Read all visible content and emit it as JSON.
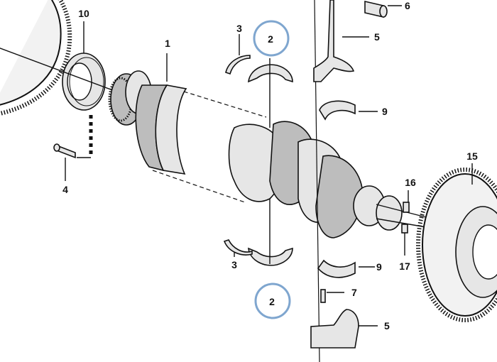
{
  "diagram": {
    "labels": {
      "l1": "1",
      "l2a": "2",
      "l2b": "2",
      "l3a": "3",
      "l3b": "3",
      "l4": "4",
      "l5a": "5",
      "l5b": "5",
      "l6": "6",
      "l7": "7",
      "l9a": "9",
      "l9b": "9",
      "l10": "10",
      "l15": "15",
      "l16": "16",
      "l17": "17"
    },
    "highlight_color": "#7fa6cf"
  }
}
